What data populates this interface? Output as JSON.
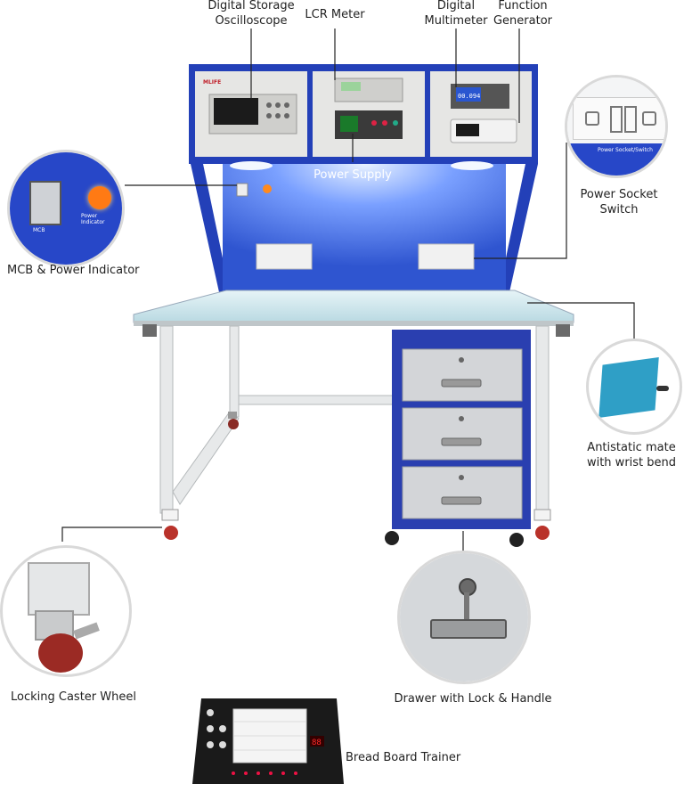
{
  "labels": {
    "oscilloscope": [
      "Digital Storage",
      "Oscilloscope"
    ],
    "lcr_meter": "LCR Meter",
    "multimeter": [
      "Digital",
      "Multimeter"
    ],
    "function_generator": [
      "Function",
      "Generator"
    ],
    "power_supply": "Power Supply",
    "power_socket": [
      "Power Socket",
      "Switch"
    ],
    "mcb": "MCB & Power Indicator",
    "antistatic": [
      "Antistatic mate",
      "with wrist bend"
    ],
    "caster": "Locking Caster Wheel",
    "drawer": "Drawer with Lock & Handle",
    "breadboard": "Bread Board Trainer"
  },
  "inset_text": {
    "mcb_tag": "MCB",
    "power_indicator_tag": "Power Indicator",
    "power_socket_tag": "Power Socket/Switch"
  },
  "instruments": {
    "brand": "MLIFE",
    "multimeter_reading": "00.094",
    "breadboard_display": "88"
  },
  "colors": {
    "frame_blue": "#2340b8",
    "panel_grey": "#e6e6e4",
    "backboard_blue": "#3a64e0",
    "table_top": "#cfe8ee",
    "cabinet_blue": "#2a3fb0",
    "drawer_grey": "#d3d5d8",
    "leader_line": "#222222"
  }
}
